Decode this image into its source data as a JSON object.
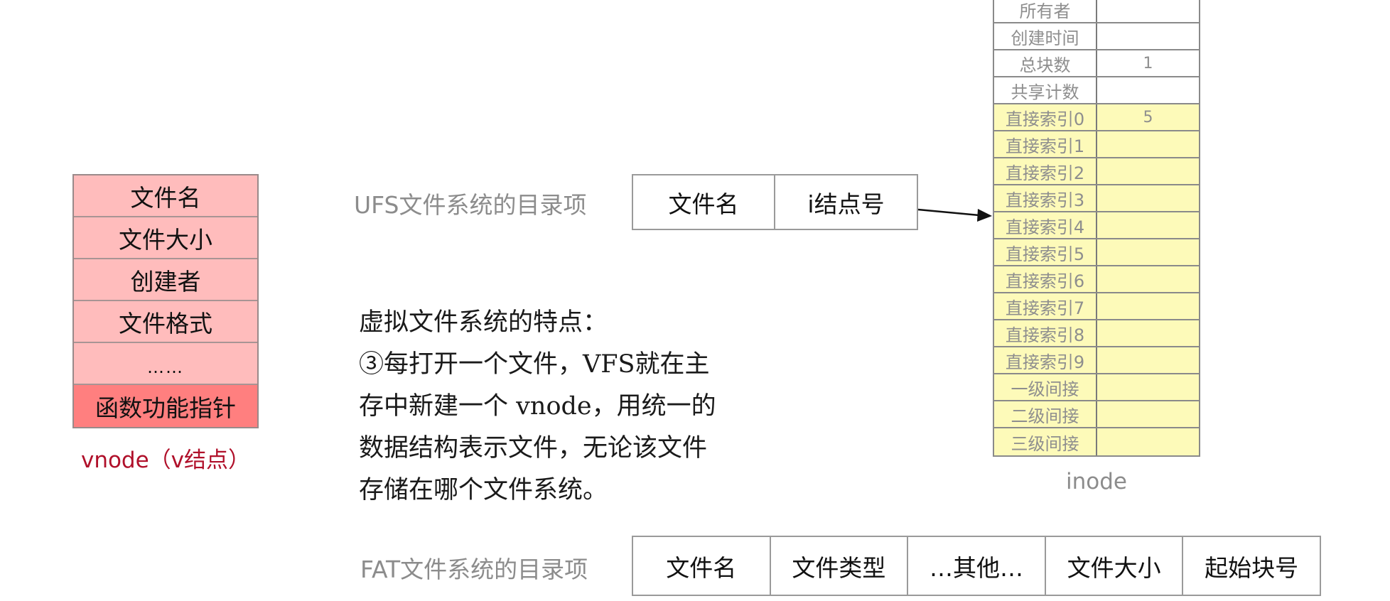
{
  "vnode": {
    "fields": [
      "文件名",
      "文件大小",
      "创建者",
      "文件格式",
      "……",
      "函数功能指针"
    ],
    "label": "vnode（v结点）",
    "colors": {
      "field_bg": "#ffbcbc",
      "pointer_bg": "#ff7f7f",
      "label": "#b0102a"
    }
  },
  "ufs": {
    "label": "UFS文件系统的目录项",
    "fields": [
      "文件名",
      "i结点号"
    ]
  },
  "inode": {
    "label": "inode",
    "rows": [
      {
        "key": "所有者",
        "value": "",
        "color": "white"
      },
      {
        "key": "创建时间",
        "value": "",
        "color": "white"
      },
      {
        "key": "总块数",
        "value": "1",
        "color": "white"
      },
      {
        "key": "共享计数",
        "value": "",
        "color": "white"
      },
      {
        "key": "直接索引0",
        "value": "5",
        "color": "yellow"
      },
      {
        "key": "直接索引1",
        "value": "",
        "color": "yellow"
      },
      {
        "key": "直接索引2",
        "value": "",
        "color": "yellow"
      },
      {
        "key": "直接索引3",
        "value": "",
        "color": "yellow"
      },
      {
        "key": "直接索引4",
        "value": "",
        "color": "yellow"
      },
      {
        "key": "直接索引5",
        "value": "",
        "color": "yellow"
      },
      {
        "key": "直接索引6",
        "value": "",
        "color": "yellow"
      },
      {
        "key": "直接索引7",
        "value": "",
        "color": "yellow"
      },
      {
        "key": "直接索引8",
        "value": "",
        "color": "yellow"
      },
      {
        "key": "直接索引9",
        "value": "",
        "color": "yellow"
      },
      {
        "key": "一级间接",
        "value": "",
        "color": "yellow"
      },
      {
        "key": "二级间接",
        "value": "",
        "color": "yellow"
      },
      {
        "key": "三级间接",
        "value": "",
        "color": "yellow"
      }
    ],
    "colors": {
      "index_bg": "#fdfab9"
    }
  },
  "note": {
    "lines": [
      "虚拟文件系统的特点：",
      "③每打开一个文件，VFS就在主",
      "存中新建一个 vnode，用统一的",
      "数据结构表示文件，无论该文件",
      "存储在哪个文件系统。"
    ]
  },
  "fat": {
    "label": "FAT文件系统的目录项",
    "fields": [
      "文件名",
      "文件类型",
      "…其他…",
      "文件大小",
      "起始块号"
    ]
  }
}
